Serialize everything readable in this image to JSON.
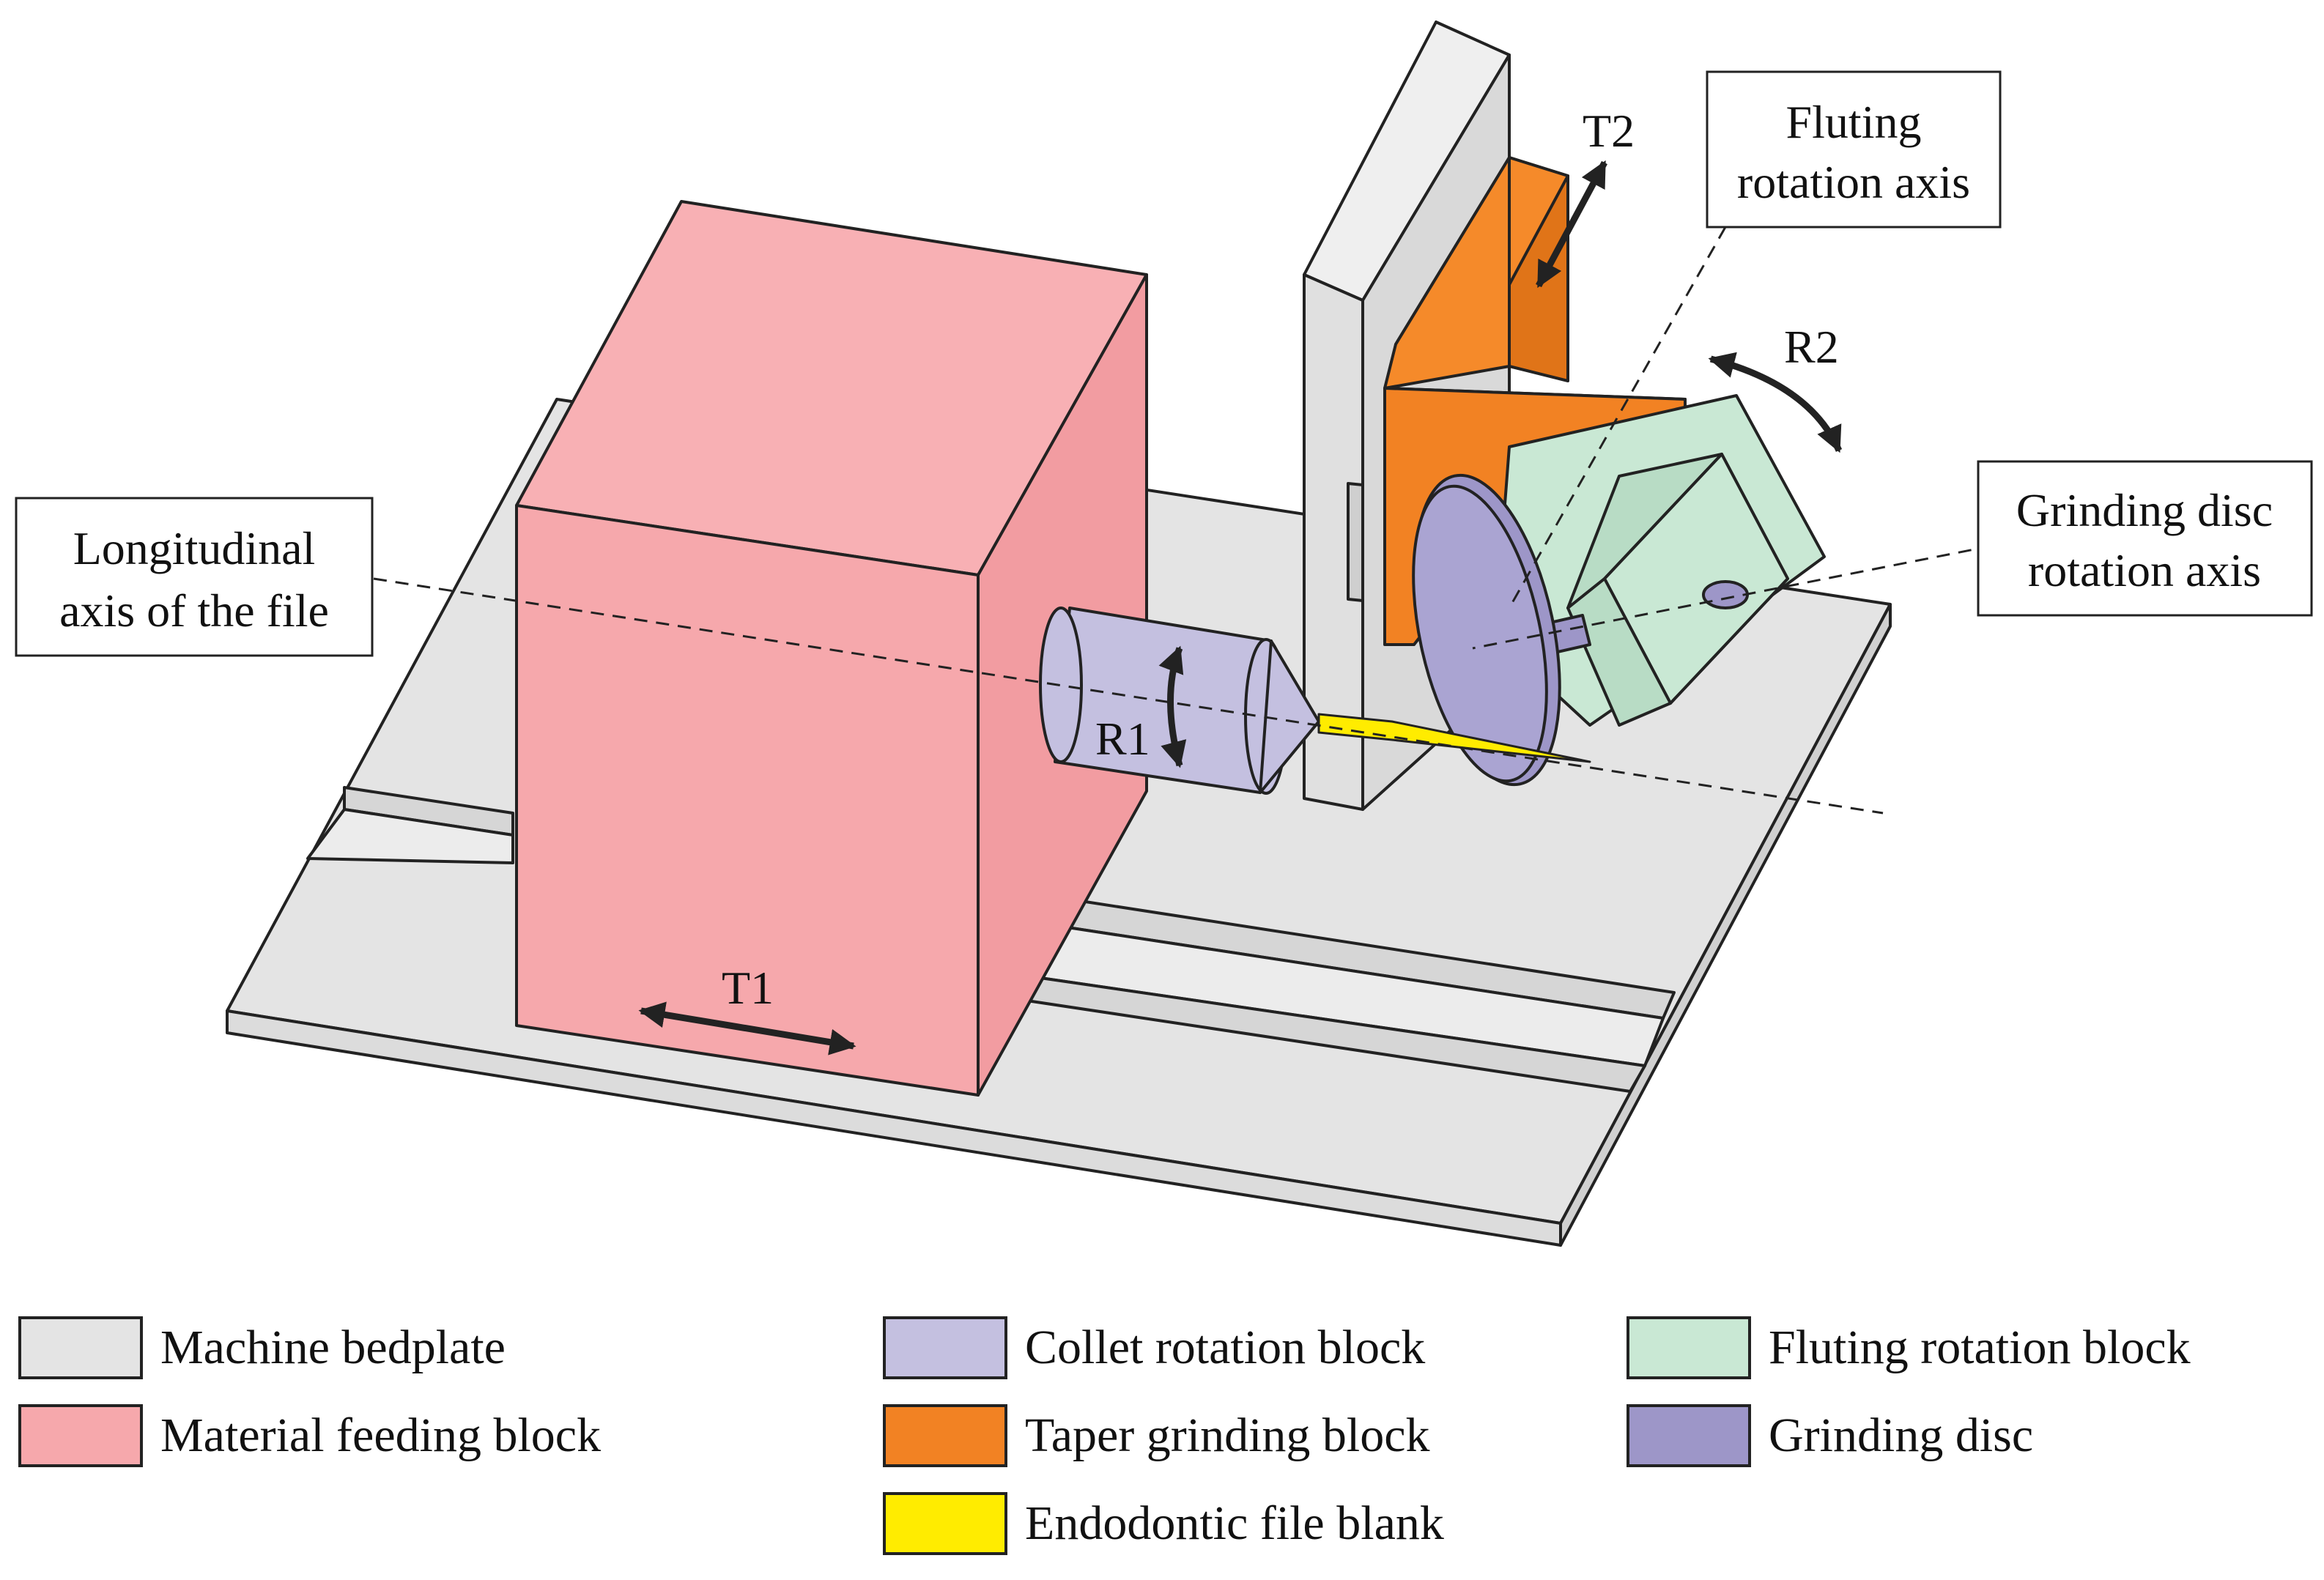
{
  "callouts": {
    "longitudinal": [
      "Longitudinal",
      "axis of the file"
    ],
    "fluting": [
      "Fluting",
      "rotation axis"
    ],
    "grinding": [
      "Grinding disc",
      "rotation axis"
    ]
  },
  "motion_labels": {
    "t1": "T1",
    "t2": "T2",
    "r1": "R1",
    "r2": "R2"
  },
  "colors": {
    "bedplate": "#e4e4e4",
    "feeding": "#f6a8ac",
    "collet": "#c4c0e0",
    "taper": "#f28223",
    "fluting": "#c9e8d4",
    "disc": "#9d96c8",
    "file_blank": "#ffec00"
  },
  "legend": [
    {
      "key": "bedplate",
      "label": "Machine bedplate",
      "color": "#e4e4e4"
    },
    {
      "key": "feeding",
      "label": "Material feeding block",
      "color": "#f6a8ac"
    },
    {
      "key": "collet",
      "label": "Collet rotation block",
      "color": "#c4c0e0"
    },
    {
      "key": "taper",
      "label": "Taper grinding block",
      "color": "#f28223"
    },
    {
      "key": "blank",
      "label": "Endodontic file blank",
      "color": "#ffec00"
    },
    {
      "key": "fluting",
      "label": "Fluting rotation block",
      "color": "#c9e8d4"
    },
    {
      "key": "disc",
      "label": "Grinding disc",
      "color": "#9d96c8"
    }
  ]
}
